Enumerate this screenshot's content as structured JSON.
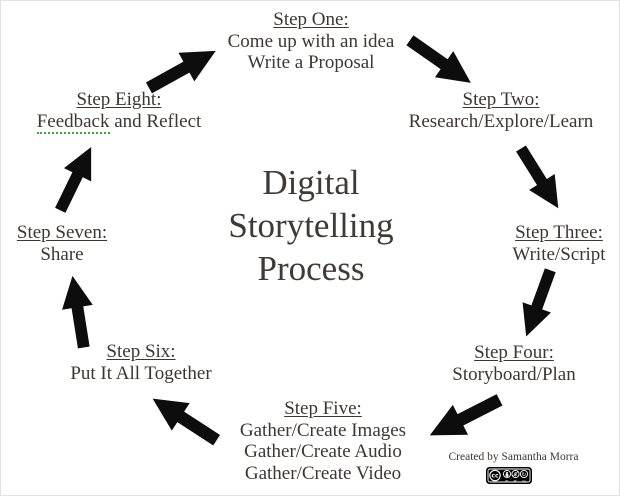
{
  "title": {
    "lines": [
      "Digital",
      "Storytelling",
      "Process"
    ]
  },
  "steps": [
    {
      "heading": "Step One:",
      "lines": [
        "Come up with an idea",
        "Write a Proposal"
      ]
    },
    {
      "heading": "Step Two:",
      "lines": [
        "Research/Explore/Learn"
      ]
    },
    {
      "heading": "Step Three:",
      "lines": [
        "Write/Script"
      ]
    },
    {
      "heading": "Step Four:",
      "lines": [
        "Storyboard/Plan"
      ]
    },
    {
      "heading": "Step Five:",
      "lines": [
        "Gather/Create Images",
        "Gather/Create Audio",
        "Gather/Create Video"
      ]
    },
    {
      "heading": "Step Six:",
      "lines": [
        "Put It All Together"
      ]
    },
    {
      "heading": "Step Seven:",
      "lines": [
        "Share"
      ]
    },
    {
      "heading": "Step Eight:",
      "lines": [
        "Feedback and Reflect"
      ],
      "spellcheck_word": "Feedback"
    }
  ],
  "arrows": [
    {
      "from": "Step One",
      "to": "Step Two"
    },
    {
      "from": "Step Two",
      "to": "Step Three"
    },
    {
      "from": "Step Three",
      "to": "Step Four"
    },
    {
      "from": "Step Four",
      "to": "Step Five"
    },
    {
      "from": "Step Five",
      "to": "Step Six"
    },
    {
      "from": "Step Six",
      "to": "Step Seven"
    },
    {
      "from": "Step Seven",
      "to": "Step Eight"
    },
    {
      "from": "Step Eight",
      "to": "Step One"
    }
  ],
  "credit": {
    "text": "Created by Samantha Morra",
    "license": {
      "name": "Creative Commons",
      "parts": [
        "CC",
        "BY",
        "NC",
        "SA"
      ]
    }
  },
  "colors": {
    "text": "#3b3734",
    "arrow": "#0d0d0d",
    "background": "#ffffff",
    "spellcheck_underline": "#3faa3f"
  }
}
